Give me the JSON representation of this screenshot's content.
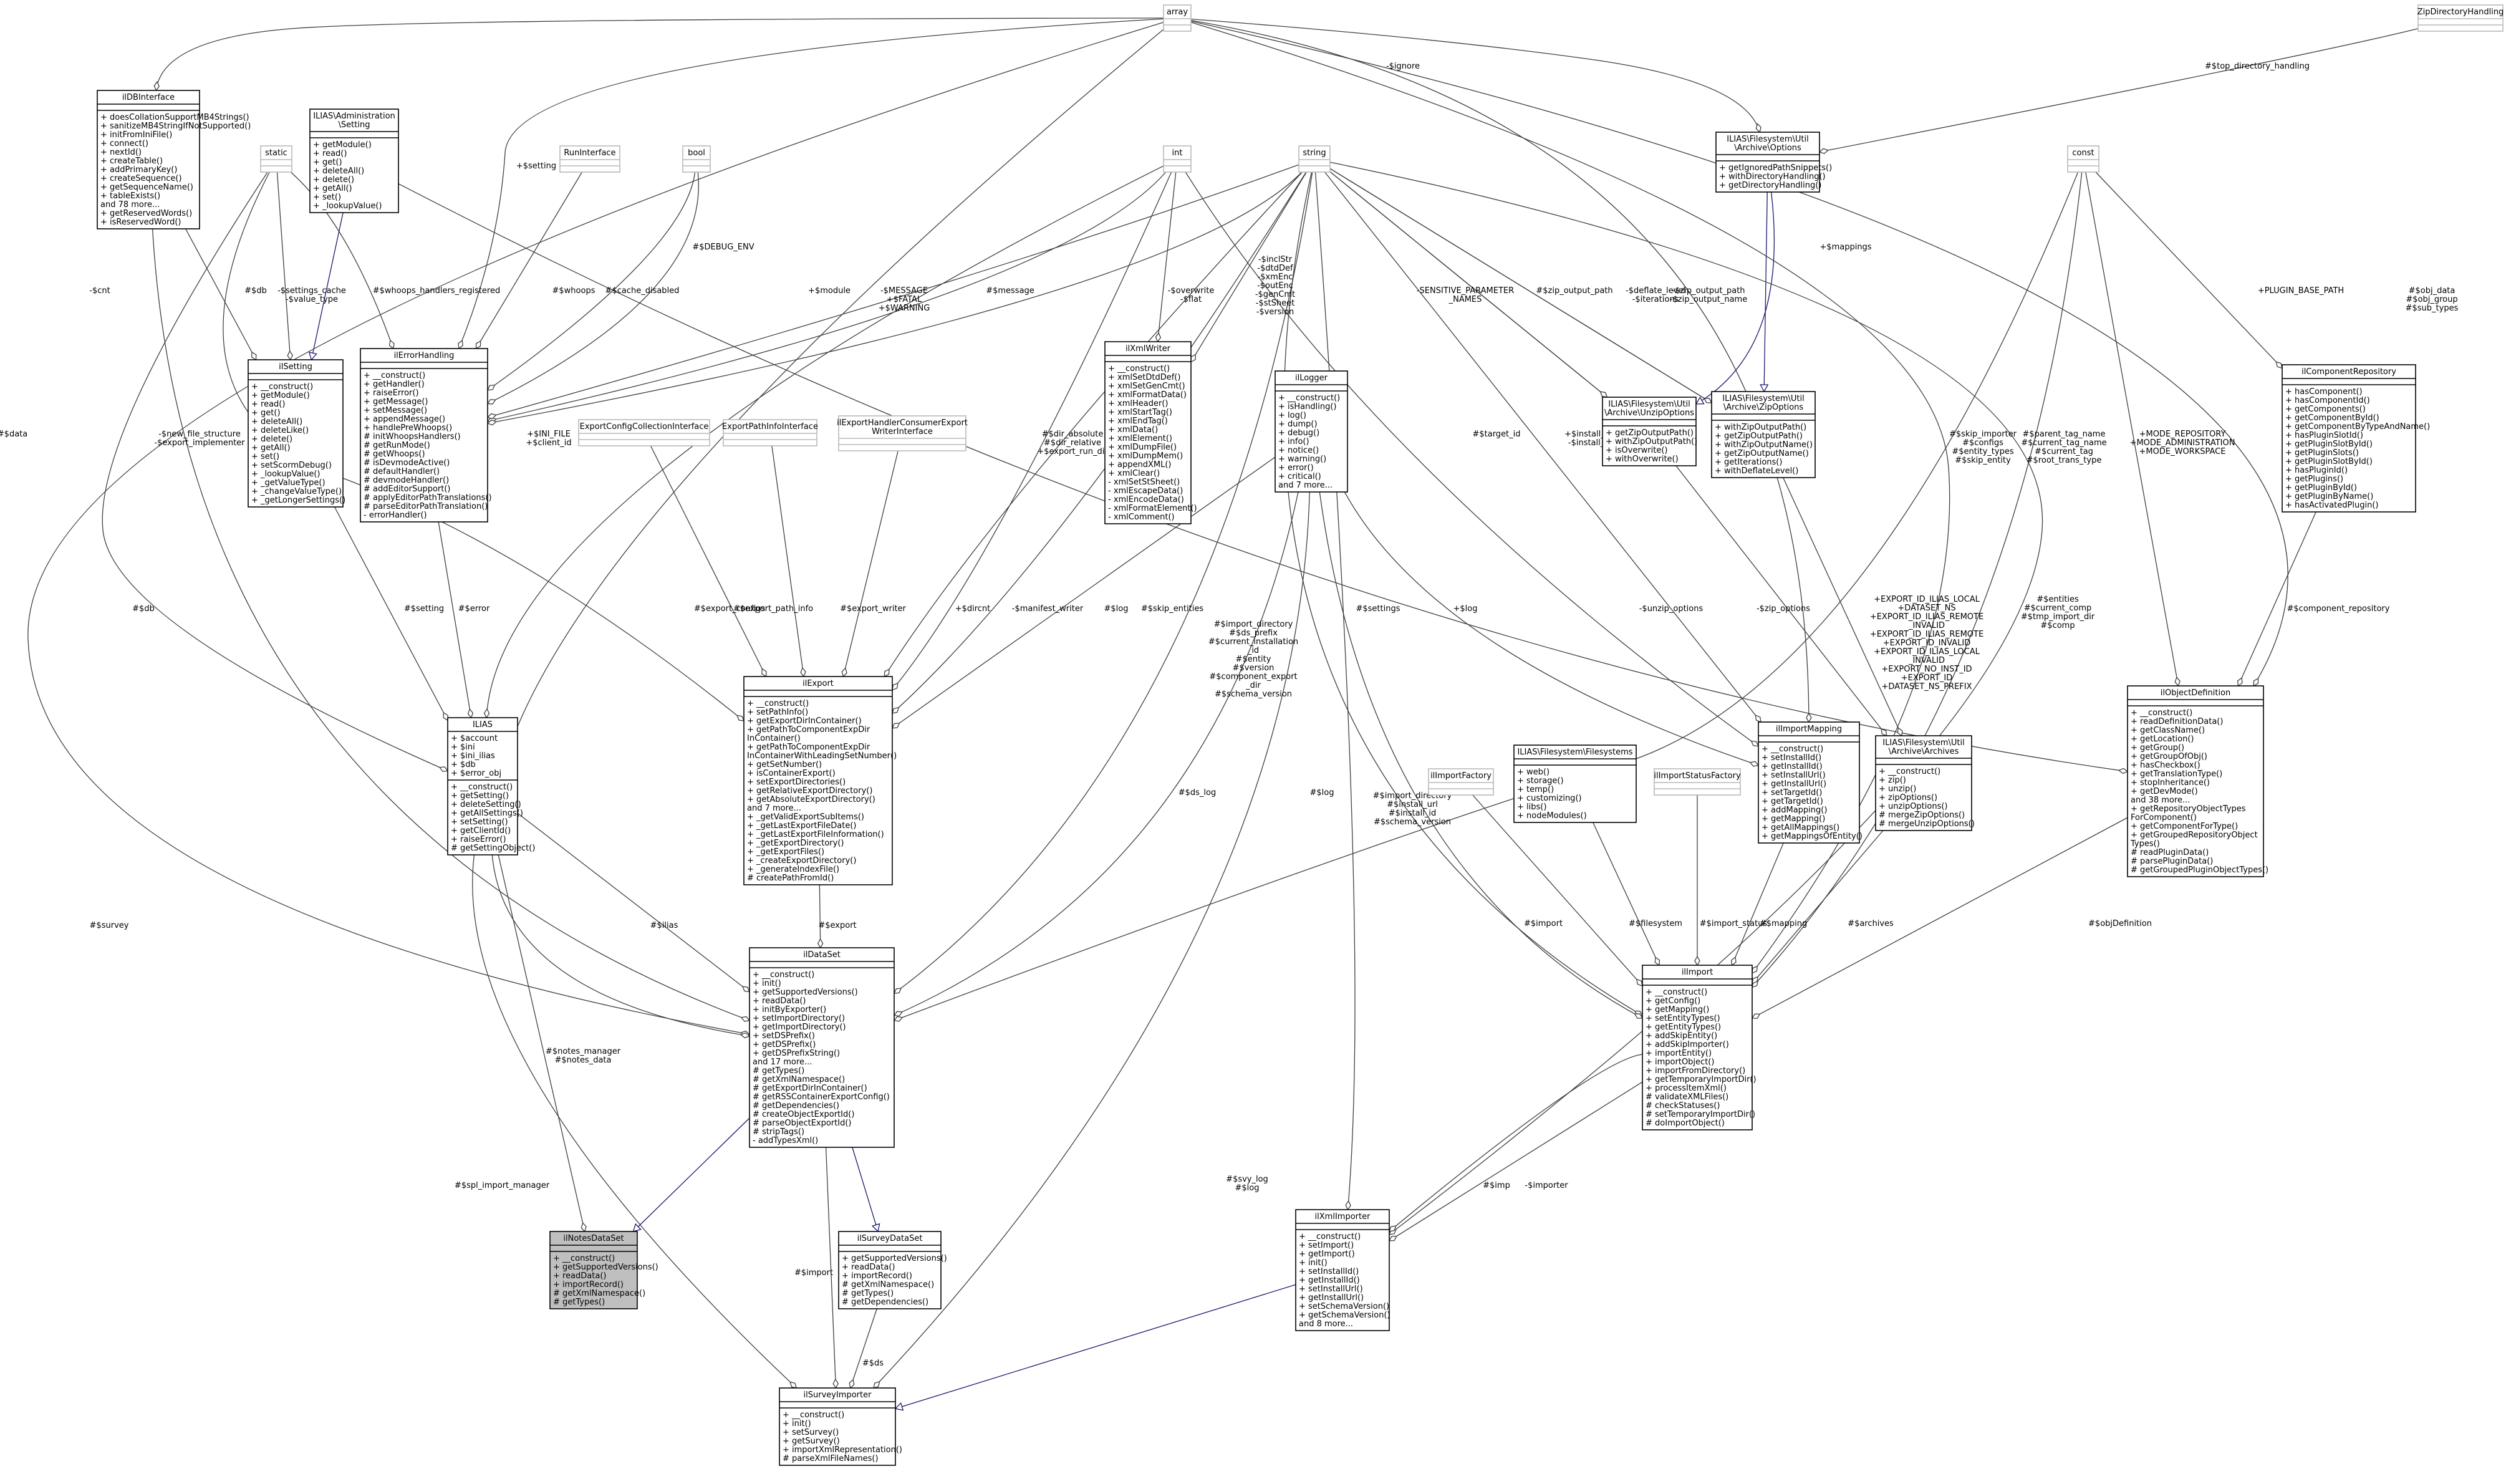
{
  "colors": {
    "border": "#000000",
    "grey_border": "#b9b9b9",
    "edge": "#404040",
    "inherit_edge": "#191970",
    "highlight_fill": "#bfbfbf"
  },
  "nodes": {
    "array": {
      "title": [
        "array"
      ],
      "attrs": [],
      "methods": []
    },
    "zipdirhandling": {
      "title": [
        "ZipDirectoryHandling"
      ],
      "attrs": [],
      "methods": []
    },
    "ildbinterface": {
      "title": [
        "ilDBInterface"
      ],
      "attrs": [],
      "methods": [
        "+ doesCollationSupportMB4Strings()",
        "+ sanitizeMB4StringIfNotSupported()",
        "+ initFromIniFile()",
        "+ connect()",
        "+ nextId()",
        "+ createTable()",
        "+ addPrimaryKey()",
        "+ createSequence()",
        "+ getSequenceName()",
        "+ tableExists()",
        "and 78 more...",
        "+ getReservedWords()",
        "+ isReservedWord()"
      ]
    },
    "iliasadminsetting": {
      "title": [
        "ILIAS\\Administration",
        "\\Setting"
      ],
      "attrs": [],
      "methods": [
        "+ getModule()",
        "+ read()",
        "+ get()",
        "+ deleteAll()",
        "+ delete()",
        "+ getAll()",
        "+ set()",
        "+ _lookupValue()"
      ]
    },
    "static": {
      "title": [
        "static"
      ],
      "attrs": [],
      "methods": []
    },
    "runinterface": {
      "title": [
        "RunInterface"
      ],
      "attrs": [],
      "methods": []
    },
    "bool": {
      "title": [
        "bool"
      ],
      "attrs": [],
      "methods": []
    },
    "int": {
      "title": [
        "int"
      ],
      "attrs": [],
      "methods": []
    },
    "string": {
      "title": [
        "string"
      ],
      "attrs": [],
      "methods": []
    },
    "archiveoptions": {
      "title": [
        "ILIAS\\Filesystem\\Util",
        "\\Archive\\Options"
      ],
      "attrs": [],
      "methods": [
        "+ getIgnoredPathSnippets()",
        "+ withDirectoryHandling()",
        "+ getDirectoryHandling()"
      ]
    },
    "const": {
      "title": [
        "const"
      ],
      "attrs": [],
      "methods": []
    },
    "ilsetting": {
      "title": [
        "ilSetting"
      ],
      "attrs": [],
      "methods": [
        "+ __construct()",
        "+ getModule()",
        "+ read()",
        "+ get()",
        "+ deleteAll()",
        "+ deleteLike()",
        "+ delete()",
        "+ getAll()",
        "+ set()",
        "+ setScormDebug()",
        "+ _lookupValue()",
        "+ _getValueType()",
        "+ _changeValueType()",
        "+ _getLongerSettings()"
      ]
    },
    "ilerrorhandling": {
      "title": [
        "ilErrorHandling"
      ],
      "attrs": [],
      "methods": [
        "+ __construct()",
        "+ getHandler()",
        "+ raiseError()",
        "+ getMessage()",
        "+ setMessage()",
        "+ appendMessage()",
        "+ handlePreWhoops()",
        "# initWhoopsHandlers()",
        "# getRunMode()",
        "# getWhoops()",
        "# isDevmodeActive()",
        "# defaultHandler()",
        "# devmodeHandler()",
        "# addEditorSupport()",
        "# applyEditorPathTranslations()",
        "# parseEditorPathTranslation()",
        "- errorHandler()"
      ]
    },
    "ilxmlwriter": {
      "title": [
        "ilXmlWriter"
      ],
      "attrs": [],
      "methods": [
        "+ __construct()",
        "+ xmlSetDtdDef()",
        "+ xmlSetGenCmt()",
        "+ xmlFormatData()",
        "+ xmlHeader()",
        "+ xmlStartTag()",
        "+ xmlEndTag()",
        "+ xmlData()",
        "+ xmlElement()",
        "+ xmlDumpFile()",
        "+ xmlDumpMem()",
        "+ appendXML()",
        "+ xmlClear()",
        "- xmlSetStSheet()",
        "- xmlEscapeData()",
        "- xmlEncodeData()",
        "- xmlFormatElement()",
        "- xmlComment()"
      ]
    },
    "illogger": {
      "title": [
        "ilLogger"
      ],
      "attrs": [],
      "methods": [
        "+ __construct()",
        "+ isHandling()",
        "+ log()",
        "+ dump()",
        "+ debug()",
        "+ info()",
        "+ notice()",
        "+ warning()",
        "+ error()",
        "+ critical()",
        "and 7 more..."
      ]
    },
    "unzipoptions": {
      "title": [
        "ILIAS\\Filesystem\\Util",
        "\\Archive\\UnzipOptions"
      ],
      "attrs": [],
      "methods": [
        "+ getZipOutputPath()",
        "+ withZipOutputPath()",
        "+ isOverwrite()",
        "+ withOverwrite()"
      ]
    },
    "zipoptions": {
      "title": [
        "ILIAS\\Filesystem\\Util",
        "\\Archive\\ZipOptions"
      ],
      "attrs": [],
      "methods": [
        "+ withZipOutputPath()",
        "+ getZipOutputPath()",
        "+ withZipOutputName()",
        "+ getZipOutputName()",
        "+ getIterations()",
        "+ withDeflateLevel()"
      ]
    },
    "ilcomponentrepo": {
      "title": [
        "ilComponentRepository"
      ],
      "attrs": [],
      "methods": [
        "+ hasComponent()",
        "+ hasComponentId()",
        "+ getComponents()",
        "+ getComponentById()",
        "+ getComponentByTypeAndName()",
        "+ hasPluginSlotId()",
        "+ getPluginSlotById()",
        "+ getPluginSlots()",
        "+ getPluginSlotById()",
        "+ hasPluginId()",
        "+ getPlugins()",
        "+ getPluginById()",
        "+ getPluginByName()",
        "+ hasActivatedPlugin()"
      ]
    },
    "exportconfig": {
      "title": [
        "ExportConfigCollectionInterface"
      ],
      "attrs": [],
      "methods": []
    },
    "exportpathinfo": {
      "title": [
        "ExportPathInfoInterface"
      ],
      "attrs": [],
      "methods": []
    },
    "exporthandler": {
      "title": [
        "ilExportHandlerConsumerExport",
        "WriterInterface"
      ],
      "attrs": [],
      "methods": []
    },
    "ilias": {
      "title": [
        "ILIAS"
      ],
      "attrs": [
        "+ $account",
        "+ $ini",
        "+ $ini_ilias",
        "+ $db",
        "+ $error_obj"
      ],
      "methods": [
        "+ __construct()",
        "+ getSetting()",
        "+ deleteSetting()",
        "+ getAllSettings()",
        "+ setSetting()",
        "+ getClientId()",
        "+ raiseError()",
        "# getSettingObject()"
      ]
    },
    "ilexport": {
      "title": [
        "ilExport"
      ],
      "attrs": [],
      "methods": [
        "+ __construct()",
        "+ setPathInfo()",
        "+ getExportDirInContainer()",
        "+ getPathToComponentExpDir",
        "InContainer()",
        "+ getPathToComponentExpDir",
        "InContainerWithLeadingSetNumber()",
        "+ getSetNumber()",
        "+ isContainerExport()",
        "+ setExportDirectories()",
        "+ getRelativeExportDirectory()",
        "+ getAbsoluteExportDirectory()",
        "and 7 more...",
        "+ _getValidExportSubItems()",
        "+ _getLastExportFileDate()",
        "+ _getLastExportFileInformation()",
        "+ _getExportDirectory()",
        "+ _getExportFiles()",
        "+ _createExportDirectory()",
        "+ _generateIndexFile()",
        "# createPathFromId()"
      ]
    },
    "ilimportfactory": {
      "title": [
        "ilImportFactory"
      ],
      "attrs": [],
      "methods": []
    },
    "iliasfilesystems": {
      "title": [
        "ILIAS\\Filesystem\\Filesystems"
      ],
      "attrs": [],
      "methods": [
        "+ web()",
        "+ storage()",
        "+ temp()",
        "+ customizing()",
        "+ libs()",
        "+ nodeModules()"
      ]
    },
    "ilimportstatusfactory": {
      "title": [
        "ilImportStatusFactory"
      ],
      "attrs": [],
      "methods": []
    },
    "ilimportmapping": {
      "title": [
        "ilImportMapping"
      ],
      "attrs": [],
      "methods": [
        "+ __construct()",
        "+ setInstallId()",
        "+ getInstallId()",
        "+ setInstallUrl()",
        "+ getInstallUrl()",
        "+ setTargetId()",
        "+ getTargetId()",
        "+ addMapping()",
        "+ getMapping()",
        "+ getAllMappings()",
        "+ getMappingsOfEntity()"
      ]
    },
    "archives": {
      "title": [
        "ILIAS\\Filesystem\\Util",
        "\\Archive\\Archives"
      ],
      "attrs": [],
      "methods": [
        "+ __construct()",
        "+ zip()",
        "+ unzip()",
        "+ zipOptions()",
        "+ unzipOptions()",
        "# mergeZipOptions()",
        "# mergeUnzipOptions()"
      ]
    },
    "ilobjectdef": {
      "title": [
        "ilObjectDefinition"
      ],
      "attrs": [],
      "methods": [
        "+ __construct()",
        "+ readDefinitionData()",
        "+ getClassName()",
        "+ getLocation()",
        "+ getGroup()",
        "+ getGroupOfObj()",
        "+ hasCheckbox()",
        "+ getTranslationType()",
        "+ stopInheritance()",
        "+ getDevMode()",
        "and 38 more...",
        "+ getRepositoryObjectTypes",
        "ForComponent()",
        "+ getComponentForType()",
        "+ getGroupedRepositoryObject",
        "Types()",
        "# readPluginData()",
        "# parsePluginData()",
        "# getGroupedPluginObjectTypes()"
      ]
    },
    "ildataset": {
      "title": [
        "ilDataSet"
      ],
      "attrs": [],
      "methods": [
        "+ __construct()",
        "+ init()",
        "+ getSupportedVersions()",
        "+ readData()",
        "+ initByExporter()",
        "+ setImportDirectory()",
        "+ getImportDirectory()",
        "+ setDSPrefix()",
        "+ getDSPrefix()",
        "+ getDSPrefixString()",
        "and 17 more...",
        "# getTypes()",
        "# getXmlNamespace()",
        "# getExportDirInContainer()",
        "# getRSSContainerExportConfig()",
        "# getDependencies()",
        "# createObjectExportId()",
        "# parseObjectExportId()",
        "# stripTags()",
        "- addTypesXml()"
      ]
    },
    "ilimport": {
      "title": [
        "ilImport"
      ],
      "attrs": [],
      "methods": [
        "+ __construct()",
        "+ getConfig()",
        "+ getMapping()",
        "+ setEntityTypes()",
        "+ getEntityTypes()",
        "+ addSkipEntity()",
        "+ addSkipImporter()",
        "+ importEntity()",
        "+ importObject()",
        "+ importFromDirectory()",
        "+ getTemporaryImportDir()",
        "+ processItemXml()",
        "# validateXMLFiles()",
        "# checkStatuses()",
        "# setTemporaryImportDir()",
        "# doImportObject()"
      ]
    },
    "ilnotesdataset": {
      "title": [
        "ilNotesDataSet"
      ],
      "attrs": [],
      "methods": [
        "+ __construct()",
        "+ getSupportedVersions()",
        "+ readData()",
        "+ importRecord()",
        "# getXmlNamespace()",
        "# getTypes()"
      ]
    },
    "ilsurveydataset": {
      "title": [
        "ilSurveyDataSet"
      ],
      "attrs": [],
      "methods": [
        "+ getSupportedVersions()",
        "+ readData()",
        "+ importRecord()",
        "# getXmlNamespace()",
        "# getTypes()",
        "# getDependencies()"
      ]
    },
    "ilxmlimporter": {
      "title": [
        "ilXmlImporter"
      ],
      "attrs": [],
      "methods": [
        "+ __construct()",
        "+ setImport()",
        "+ getImport()",
        "+ init()",
        "+ setInstallId()",
        "+ getInstallId()",
        "+ setInstallUrl()",
        "+ getInstallUrl()",
        "+ setSchemaVersion()",
        "+ getSchemaVersion()",
        "and 8 more..."
      ]
    },
    "ilsurveyimporter": {
      "title": [
        "ilSurveyImporter"
      ],
      "attrs": [],
      "methods": [
        "+ __construct()",
        "+ init()",
        "+ setSurvey()",
        "+ getSurvey()",
        "+ importXmlRepresentation()",
        "# parseXmlFileNames()"
      ]
    }
  },
  "edge_labels": [
    [
      "-$ignore"
    ],
    [
      "#$top_directory_handling"
    ],
    [
      "+$setting"
    ],
    [
      "#$db"
    ],
    [
      "-$settings_cache",
      "-$value_type"
    ],
    [
      "#$whoops_handlers_registered"
    ],
    [
      "#$whoops"
    ],
    [
      "#$cache_disabled"
    ],
    [
      "#$DEBUG_ENV"
    ],
    [
      "+$module"
    ],
    [
      "-$MESSAGE",
      "+$FATAL",
      "+$WARNING"
    ],
    [
      "#$message"
    ],
    [
      "-$overwrite",
      "-$flat"
    ],
    [
      "-$inclStr",
      "-$dtdDef",
      "-$xmEnc",
      "-$outEnc",
      "-$genCmt",
      "-$stSheet",
      "-$version"
    ],
    [
      "-SENSITIVE_PARAMETER",
      "_NAMES"
    ],
    [
      "#$zip_output_path"
    ],
    [
      "-$deflate_level",
      "-$iterations"
    ],
    [
      "-$zip_output_path",
      "-$zip_output_name"
    ],
    [
      "+$mappings"
    ],
    [
      "+PLUGIN_BASE_PATH"
    ],
    [
      "#$obj_data",
      "#$obj_group",
      "#$sub_types"
    ],
    [
      "-$cnt"
    ],
    [
      "#$data"
    ],
    [
      "-$new_file_structure",
      "-$export_implementer"
    ],
    [
      "+$INI_FILE",
      "+$client_id"
    ],
    [
      "#$dir_absolute",
      "#$dir_relative",
      "+$export_run_dir"
    ],
    [
      "#$target_id"
    ],
    [
      "+$install_url",
      "-$install_id"
    ],
    [
      "#$skip_importer",
      "#$configs",
      "#$entity_types",
      "#$skip_entity"
    ],
    [
      "#$parent_tag_name",
      "#$current_tag_name",
      "#$current_tag",
      "#$root_trans_type"
    ],
    [
      "+MODE_REPOSITORY",
      "+MODE_ADMINISTRATION",
      "+MODE_WORKSPACE"
    ],
    [
      "+EXPORT_ID_ILIAS_LOCAL",
      "+DATASET_NS",
      "+EXPORT_ID_ILIAS_REMOTE",
      "_INVALID",
      "+EXPORT_ID_ILIAS_REMOTE",
      "+EXPORT_ID_INVALID",
      "+EXPORT_ID_ILIAS_LOCAL",
      "_INVALID",
      "+EXPORT_NO_INST_ID",
      "+EXPORT_ID",
      "+DATASET_NS_PREFIX"
    ],
    [
      "#$entities",
      "#$current_comp",
      "#$tmp_import_dir",
      "#$comp"
    ],
    [
      "#$setting"
    ],
    [
      "#$error"
    ],
    [
      "#$export_configs"
    ],
    [
      "#$export_path_info"
    ],
    [
      "#$export_writer"
    ],
    [
      "+$dircnt"
    ],
    [
      "-$manifest_writer"
    ],
    [
      "#$log"
    ],
    [
      "#$skip_entities"
    ],
    [
      "#$import_directory",
      "#$ds_prefix",
      "#$current_installation",
      "_id",
      "#$entity",
      "#$version",
      "#$component_export",
      "_dir",
      "#$schema_version"
    ],
    [
      "#$settings"
    ],
    [
      "+$log"
    ],
    [
      "-$unzip_options"
    ],
    [
      "-$zip_options"
    ],
    [
      "#$component_repository"
    ],
    [
      "#$db"
    ],
    [
      "#$ds_log"
    ],
    [
      "#$log"
    ],
    [
      "#$import_directory",
      "#$install_url",
      "#$install_id",
      "#$schema_version"
    ],
    [
      "#$import"
    ],
    [
      "#$filesystem"
    ],
    [
      "#$import_status"
    ],
    [
      "#$mapping"
    ],
    [
      "#$archives"
    ],
    [
      "#$objDefinition"
    ],
    [
      "#$survey"
    ],
    [
      "#$ilias"
    ],
    [
      "#$export"
    ],
    [
      "#$notes_manager",
      "#$notes_data"
    ],
    [
      "#$spl_import_manager"
    ],
    [
      "#$svy_log",
      "#$log"
    ],
    [
      "#$imp"
    ],
    [
      "-$importer"
    ],
    [
      "#$import"
    ],
    [
      "#$ds"
    ]
  ]
}
